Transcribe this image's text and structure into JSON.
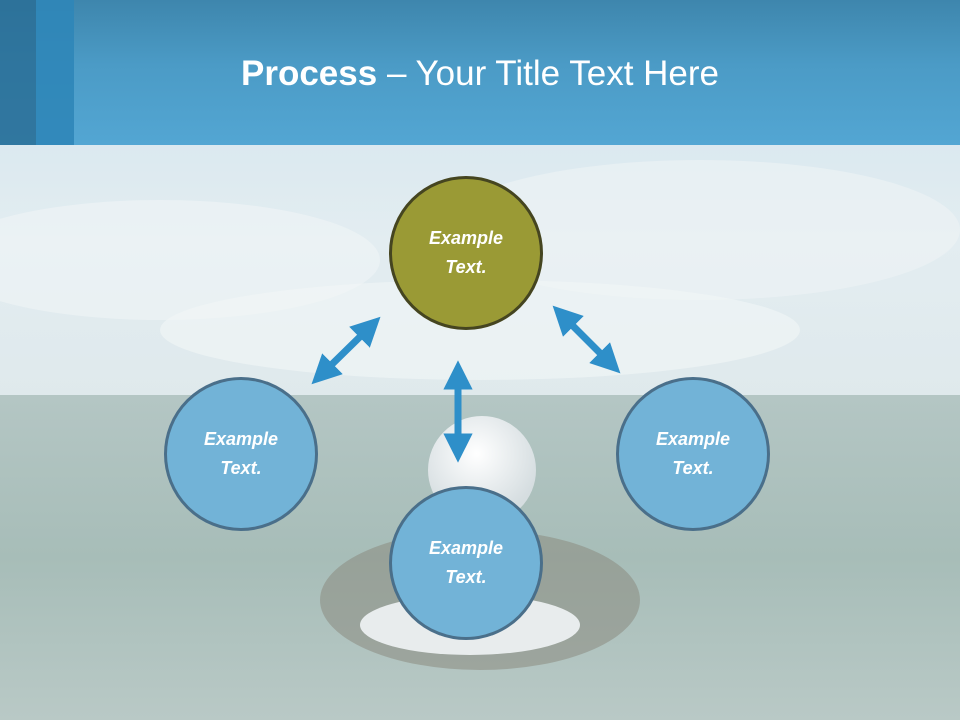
{
  "slide": {
    "title_bold": "Process",
    "title_rest": " – Your Title Text Here"
  },
  "diagram": {
    "nodes": [
      {
        "id": "top",
        "label": "Example Text."
      },
      {
        "id": "left",
        "label": "Example Text."
      },
      {
        "id": "right",
        "label": "Example Text."
      },
      {
        "id": "bottom",
        "label": "Example Text."
      }
    ],
    "arrows": [
      {
        "from": "top",
        "to": "left",
        "bidirectional": true
      },
      {
        "from": "top",
        "to": "right",
        "bidirectional": true
      },
      {
        "from": "top",
        "to": "bottom",
        "bidirectional": true
      }
    ],
    "colors": {
      "top_node_fill": "#9a9a35",
      "node_fill": "#72b3d7",
      "arrow": "#2e8fc9",
      "header": "#4b9bc6"
    }
  }
}
